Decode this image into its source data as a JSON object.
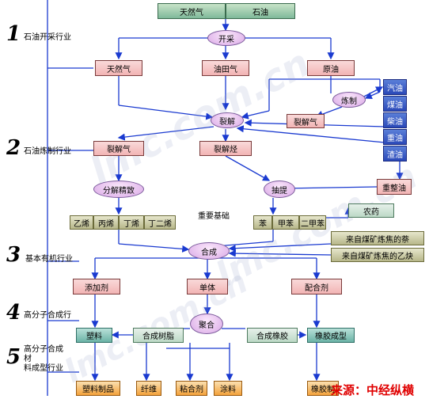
{
  "levels": [
    {
      "number": "1",
      "label": "石油开采行业"
    },
    {
      "number": "2",
      "label": "石油炼制行业"
    },
    {
      "number": "3",
      "label": "基本有机行业"
    },
    {
      "number": "4",
      "label": "高分子合成行"
    },
    {
      "number": "5",
      "label": "高分子合成\n材\n料成型行业"
    }
  ],
  "top_boxes": {
    "natural_gas": "天然气",
    "oil": "石油"
  },
  "processes": {
    "mining": "开采",
    "refining": "炼制",
    "cracking": "裂解",
    "separation": "分解精致",
    "extraction": "抽提",
    "synthesis": "合成",
    "polymerization": "聚合"
  },
  "raw": {
    "natural_gas": "天然气",
    "oilfield_gas": "油田气",
    "crude_oil": "原油"
  },
  "refined_products": [
    "汽油",
    "煤油",
    "柴油",
    "重油",
    "渣油"
  ],
  "heavy_oil": "重整油",
  "cracked": {
    "gas": "裂解气",
    "gas2": "裂解气",
    "hydrocarbon": "裂解烃"
  },
  "basic": {
    "olefins": [
      "乙烯",
      "丙烯",
      "丁烯",
      "丁二烯"
    ],
    "aromatics": [
      "苯",
      "甲苯",
      "二甲苯"
    ],
    "label": "重要基础",
    "pesticide": "农药",
    "coal1": "来自煤矿炼焦的萘",
    "coal2": "来自煤矿炼焦的乙炔"
  },
  "mid": {
    "additive": "添加剂",
    "monomer": "单体",
    "compounding": "配合剂"
  },
  "poly": {
    "plastic": "塑料",
    "resin": "合成树脂",
    "rubber": "合成橡胶",
    "rubber_molding": "橡胶成型"
  },
  "final": [
    "塑料制品",
    "纤维",
    "粘合剂",
    "涂料",
    "橡胶制"
  ],
  "watermark": "lmc.com.cn",
  "source": "来源：中经纵横"
}
